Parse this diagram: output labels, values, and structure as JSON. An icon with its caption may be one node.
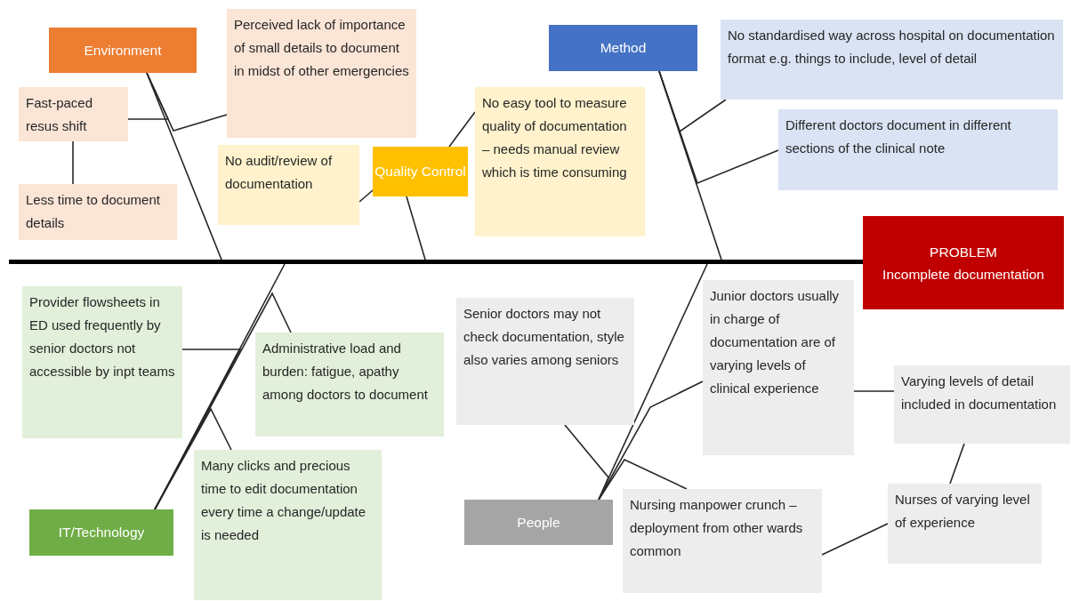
{
  "diagram": {
    "nodes": [
      {
        "text": [
          "Environment"
        ]
      },
      {
        "text": [
          "Perceived lack of importance of small details to document in midst of other emergencies"
        ]
      },
      {
        "text": [
          "Method"
        ]
      },
      {
        "text": [
          "No standardised way across hospital on documentation format e.g. things to include, level of detail"
        ]
      },
      {
        "text": [
          "Fast-paced resus shift"
        ]
      },
      {
        "text": [
          "No easy tool to measure quality of documentation – needs manual review which is time consuming"
        ]
      },
      {
        "text": [
          "Quality Control"
        ]
      },
      {
        "text": [
          "Different doctors document in different sections of the clinical note"
        ]
      },
      {
        "text": [
          "No audit/review of documentation"
        ]
      },
      {
        "text": [
          "Less time to document details"
        ]
      },
      {
        "text": [],
        "shape": "bar"
      },
      {
        "text": [
          "PROBLEM",
          "Incomplete documentation"
        ]
      },
      {
        "text": [
          "Junior doctors usually in charge of documentation are of varying levels of clinical experience"
        ]
      },
      {
        "text": [
          "Provider flowsheets in ED used frequently by senior doctors not accessible by inpt teams"
        ]
      },
      {
        "text": [
          "Senior doctors may not check documentation, style also varies among seniors"
        ]
      },
      {
        "text": [
          "Administrative load and burden: fatigue, apathy among doctors to document"
        ]
      },
      {
        "text": [
          "Varying levels of detail included in documentation"
        ]
      },
      {
        "text": [
          "Many clicks and precious time to edit documentation every time a change/update is needed"
        ]
      },
      {
        "text": [
          "People"
        ]
      },
      {
        "text": [
          "Nursing manpower crunch – deployment from other wards common"
        ]
      },
      {
        "text": [
          "Nurses of varying level of experience"
        ]
      },
      {
        "text": [
          "IT/Technology"
        ]
      }
    ],
    "edges": [
      {
        "from": 0,
        "to": 10,
        "arrow": "none"
      },
      {
        "from": 6,
        "to": 10,
        "arrow": "none"
      },
      {
        "from": 2,
        "to": 10,
        "arrow": "none"
      },
      {
        "from": 21,
        "to": 10,
        "arrow": "none"
      },
      {
        "from": 18,
        "to": 10,
        "arrow": "none"
      },
      {
        "from": 1,
        "to": 0,
        "arrow": "none"
      },
      {
        "from": 4,
        "to": 0,
        "arrow": "none"
      },
      {
        "from": 4,
        "to": 9,
        "arrow": "none"
      },
      {
        "from": 8,
        "to": 6,
        "arrow": "none"
      },
      {
        "from": 5,
        "to": 6,
        "arrow": "none"
      },
      {
        "from": 3,
        "to": 2,
        "arrow": "none"
      },
      {
        "from": 7,
        "to": 2,
        "arrow": "none"
      },
      {
        "from": 13,
        "to": 21,
        "arrow": "none"
      },
      {
        "from": 15,
        "to": 21,
        "arrow": "none"
      },
      {
        "from": 17,
        "to": 21,
        "arrow": "none"
      },
      {
        "from": 14,
        "to": 18,
        "arrow": "none"
      },
      {
        "from": 12,
        "to": 18,
        "arrow": "none"
      },
      {
        "from": 19,
        "to": 18,
        "arrow": "none"
      },
      {
        "from": 12,
        "to": 16,
        "arrow": "none"
      },
      {
        "from": 16,
        "to": 20,
        "arrow": "none"
      },
      {
        "from": 20,
        "to": 19,
        "arrow": "none"
      }
    ]
  }
}
